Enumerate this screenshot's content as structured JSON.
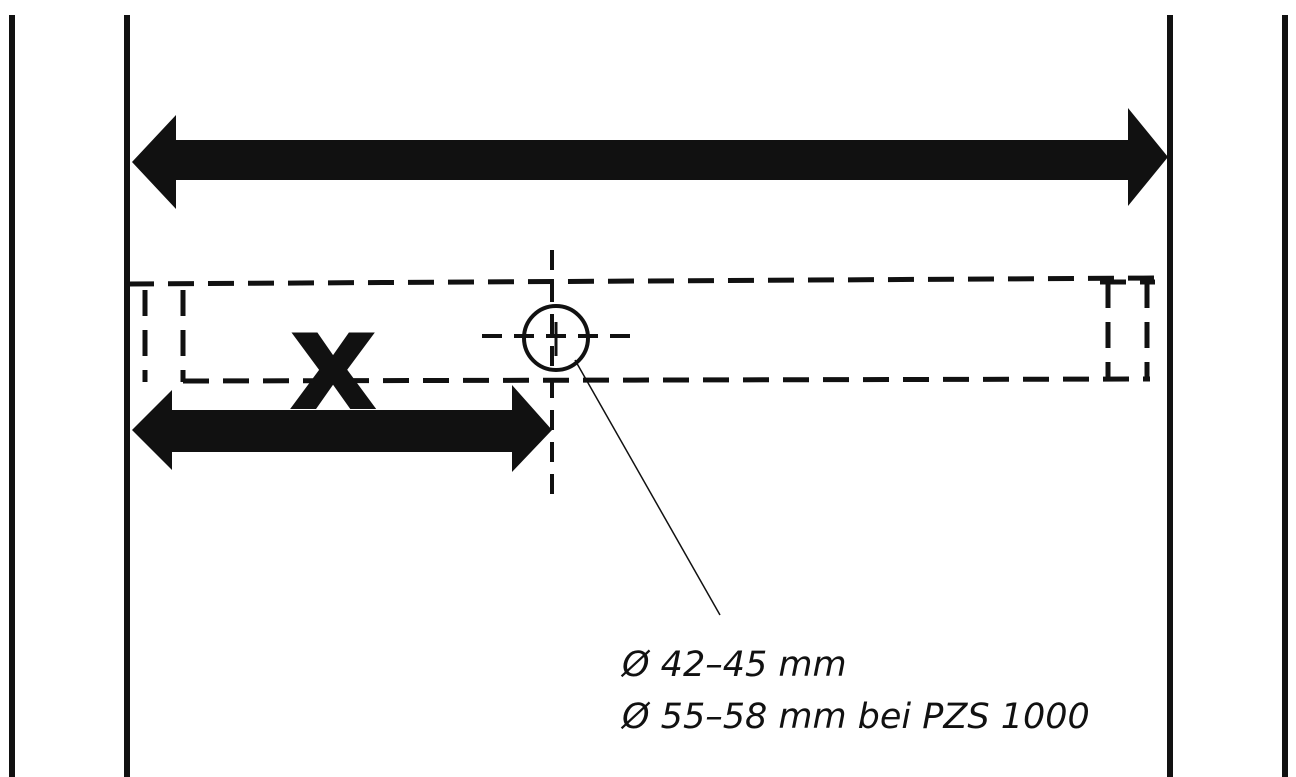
{
  "diagram": {
    "position_marker": "x",
    "hole_diameter_label": "Ø 42–45 mm",
    "hole_diameter_alt_label": "Ø 55–58 mm bei PZS 1000"
  },
  "colors": {
    "ink": "#111111",
    "background": "#ffffff"
  }
}
